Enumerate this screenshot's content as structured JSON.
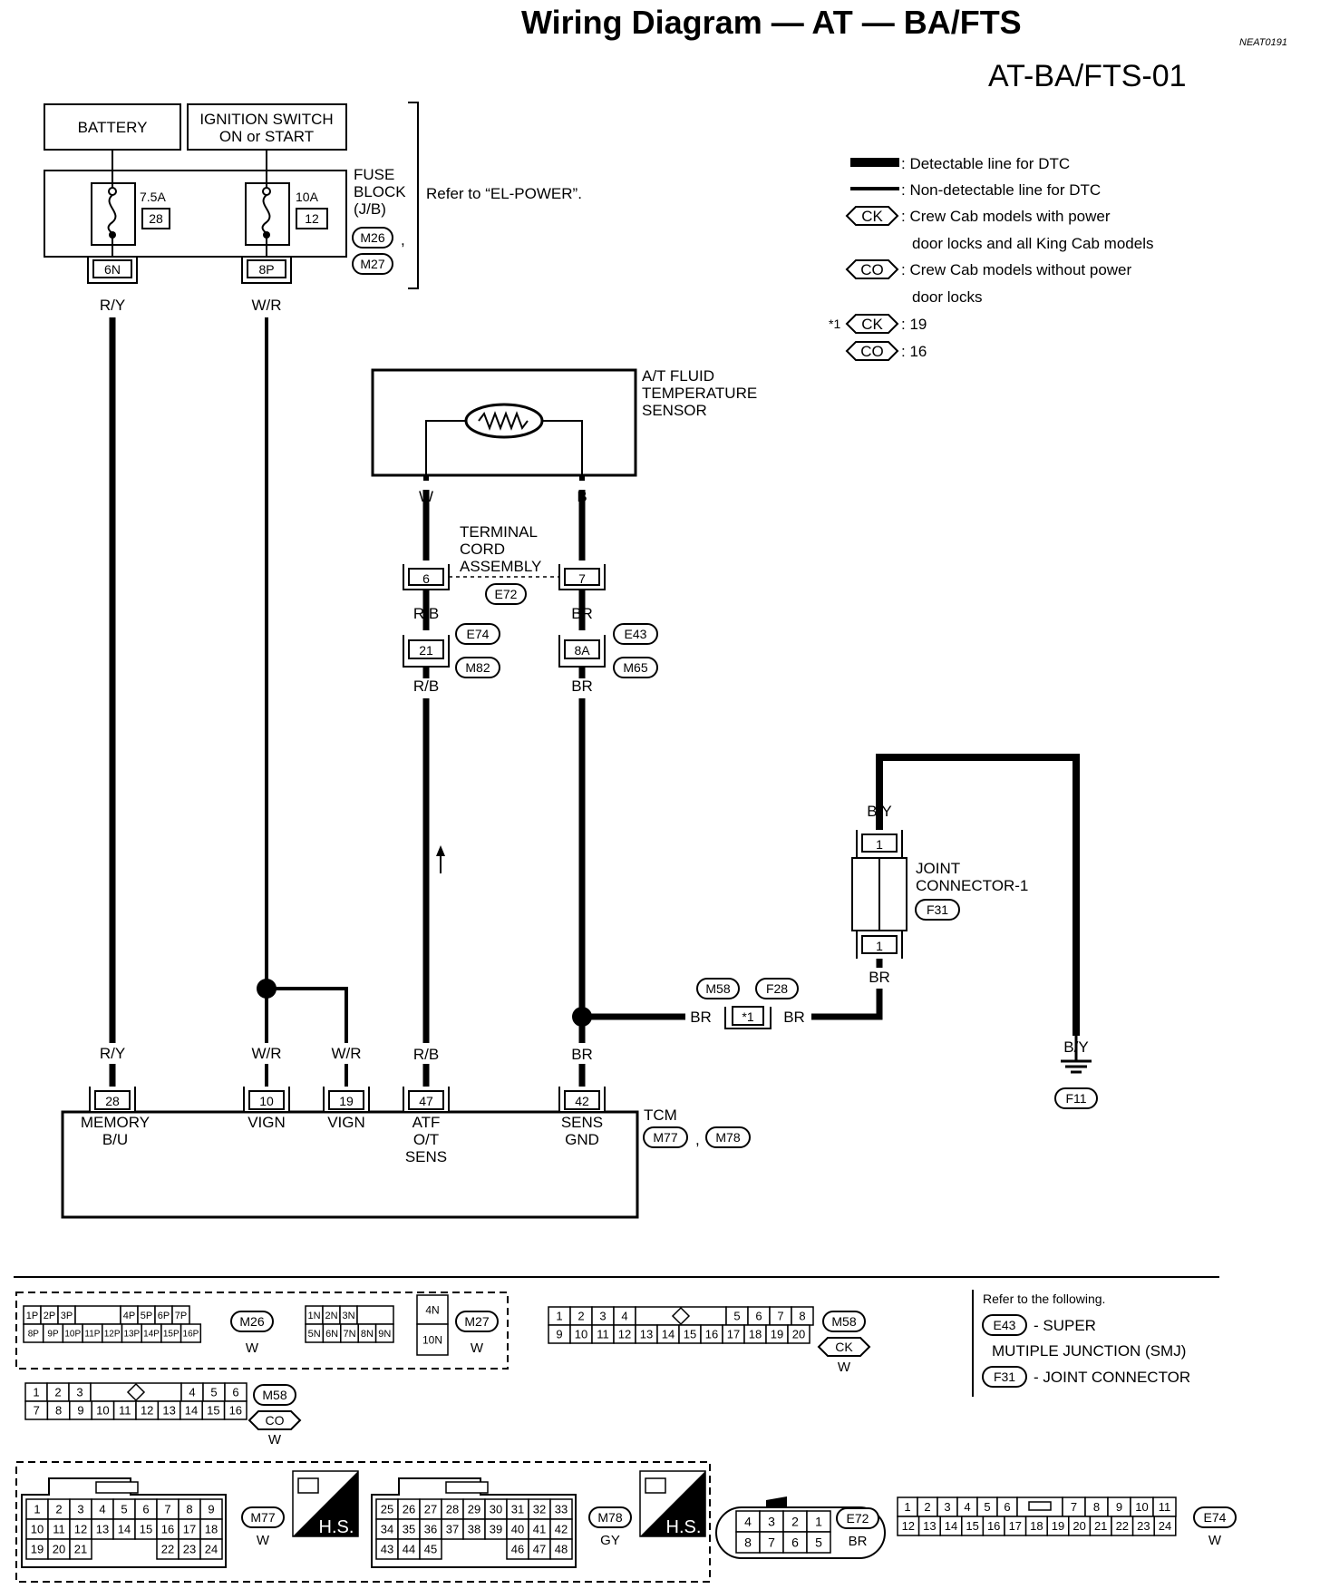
{
  "header": {
    "title": "Wiring Diagram — AT — BA/FTS",
    "ref_code": "NEAT0191",
    "page_code": "AT-BA/FTS-01"
  },
  "legend": {
    "detectable": ": Detectable line for DTC",
    "non_detectable": ": Non-detectable line for DTC",
    "ck_tag": "CK",
    "co_tag": "CO",
    "ck_desc_1": ": Crew Cab models with power",
    "ck_desc_2": "door locks and all King Cab models",
    "co_desc_1": ": Crew Cab models without power",
    "co_desc_2": "door locks",
    "star1": "*1",
    "star1_ck_val": ": 19",
    "star1_co_val": ": 16"
  },
  "power": {
    "battery": "BATTERY",
    "ign_1": "IGNITION SWITCH",
    "ign_2": "ON or START",
    "fuse_block_1": "FUSE",
    "fuse_block_2": "BLOCK",
    "fuse_block_3": "(J/B)",
    "fuse1_amp": "7.5A",
    "fuse1_num": "28",
    "fuse2_amp": "10A",
    "fuse2_num": "12",
    "conn_m26": "M26",
    "conn_m27": "M27",
    "comma": ",",
    "refer": "Refer to “EL-POWER”.",
    "term_6n": "6N",
    "term_8p": "8P"
  },
  "wires": {
    "ry": "R/Y",
    "wr": "W/R",
    "w": "W",
    "b": "B",
    "rb": "R/B",
    "br": "BR",
    "by": "B/Y"
  },
  "sensor": {
    "name_1": "A/T FLUID",
    "name_2": "TEMPERATURE",
    "name_3": "SENSOR",
    "tca_1": "TERMINAL",
    "tca_2": "CORD",
    "tca_3": "ASSEMBLY",
    "t6": "6",
    "t7": "7",
    "e72": "E72",
    "t21": "21",
    "t8a": "8A",
    "e74": "E74",
    "m82": "M82",
    "e43": "E43",
    "m65": "M65"
  },
  "joint": {
    "name_1": "JOINT",
    "name_2": "CONNECTOR-1",
    "f31": "F31",
    "t1": "1",
    "m58": "M58",
    "f28": "F28",
    "star1": "*1",
    "ground": "F11"
  },
  "tcm": {
    "label": "TCM",
    "m77": "M77",
    "m78": "M78",
    "comma": ",",
    "t28": "28",
    "t10": "10",
    "t19": "19",
    "t47": "47",
    "t42": "42",
    "mem_1": "MEMORY",
    "mem_2": "B/U",
    "vign": "VIGN",
    "atf_1": "ATF",
    "atf_2": "O/T",
    "atf_3": "SENS",
    "sg_1": "SENS",
    "sg_2": "GND"
  },
  "connectors": {
    "m26": {
      "top": [
        "1P",
        "2P",
        "3P",
        "",
        "4P",
        "5P",
        "6P",
        "7P"
      ],
      "bottom": [
        "8P",
        "9P",
        "10P",
        "11P",
        "12P",
        "13P",
        "14P",
        "15P",
        "16P"
      ],
      "id": "M26",
      "color": "W"
    },
    "m27": {
      "top": [
        "1N",
        "2N",
        "3N",
        ""
      ],
      "bottom": [
        "5N",
        "6N",
        "7N",
        "8N",
        "9N"
      ],
      "side_top": "4N",
      "side_bottom": "10N",
      "id": "M27",
      "color": "W"
    },
    "m58ck": {
      "top_l": [
        "1",
        "2",
        "3",
        "4"
      ],
      "top_r": [
        "5",
        "6",
        "7",
        "8"
      ],
      "bottom": [
        "9",
        "10",
        "11",
        "12",
        "13",
        "14",
        "15",
        "16",
        "17",
        "18",
        "19",
        "20"
      ],
      "id": "M58",
      "tag": "CK",
      "color": "W"
    },
    "m58co": {
      "top_l": [
        "1",
        "2",
        "3"
      ],
      "top_r": [
        "4",
        "5",
        "6"
      ],
      "bottom": [
        "7",
        "8",
        "9",
        "10",
        "11",
        "12",
        "13",
        "14",
        "15",
        "16"
      ],
      "id": "M58",
      "tag": "CO",
      "color": "W"
    },
    "m77": {
      "r1": [
        "1",
        "2",
        "3",
        "4",
        "5",
        "6",
        "7",
        "8",
        "9"
      ],
      "r2": [
        "10",
        "11",
        "12",
        "13",
        "14",
        "15",
        "16",
        "17",
        "18"
      ],
      "r3l": [
        "19",
        "20",
        "21"
      ],
      "r3r": [
        "22",
        "23",
        "24"
      ],
      "id": "M77",
      "color": "W"
    },
    "m78": {
      "r1": [
        "25",
        "26",
        "27",
        "28",
        "29",
        "30",
        "31",
        "32",
        "33"
      ],
      "r2": [
        "34",
        "35",
        "36",
        "37",
        "38",
        "39",
        "40",
        "41",
        "42"
      ],
      "r3l": [
        "43",
        "44",
        "45"
      ],
      "r3r": [
        "46",
        "47",
        "48"
      ],
      "id": "M78",
      "color": "GY"
    },
    "hs": "H.S.",
    "e72": {
      "top": [
        "4",
        "3",
        "2",
        "1"
      ],
      "bottom": [
        "8",
        "7",
        "6",
        "5"
      ],
      "id": "E72",
      "color": "BR"
    },
    "e74": {
      "top_l": [
        "1",
        "2",
        "3",
        "4",
        "5",
        "6"
      ],
      "top_r": [
        "7",
        "8",
        "9",
        "10",
        "11"
      ],
      "bottom": [
        "12",
        "13",
        "14",
        "15",
        "16",
        "17",
        "18",
        "19",
        "20",
        "21",
        "22",
        "23",
        "24"
      ],
      "id": "E74",
      "color": "W"
    },
    "refer_1": "Refer to the following.",
    "refer_e43": "E43",
    "refer_e43_txt": "- SUPER",
    "refer_smj": "MUTIPLE JUNCTION (SMJ)",
    "refer_f31": "F31",
    "refer_f31_txt": "- JOINT CONNECTOR"
  }
}
